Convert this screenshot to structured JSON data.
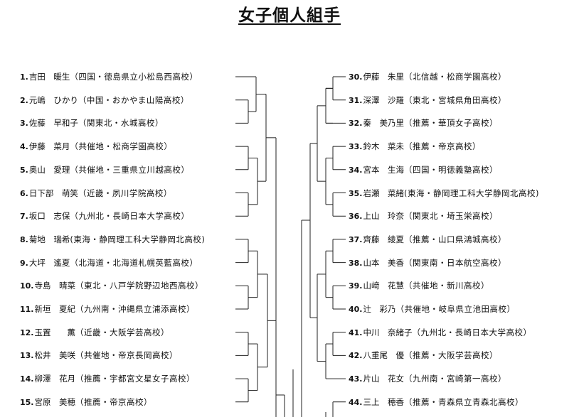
{
  "title": "女子個人組手",
  "left_entries": [
    {
      "num": "1.",
      "name": "吉田　暖生",
      "affil": "（四国・徳島県立小松島西高校）"
    },
    {
      "num": "2.",
      "name": "元嶋　ひかり",
      "affil": "（中国・おかやま山陽高校）"
    },
    {
      "num": "3.",
      "name": "佐藤　早和子",
      "affil": "（関東北・水城高校）"
    },
    {
      "num": "4.",
      "name": "伊藤　菜月",
      "affil": "（共催地・松商学園高校）"
    },
    {
      "num": "5.",
      "name": "奥山　愛理",
      "affil": "（共催地・三重県立川越高校）"
    },
    {
      "num": "6.",
      "name": "日下部　萌笑",
      "affil": "（近畿・夙川学院高校）"
    },
    {
      "num": "7.",
      "name": "坂口　志保",
      "affil": "（九州北・長崎日本大学高校）"
    },
    {
      "num": "8.",
      "name": "菊地　瑞希",
      "affil": "(東海・静岡理工科大学静岡北高校)"
    },
    {
      "num": "9.",
      "name": "大坪　遙夏",
      "affil": "（北海道・北海道札幌英藍高校）"
    },
    {
      "num": "10.",
      "name": "寺島　晴菜",
      "affil": "（東北・八戸学院野辺地西高校）"
    },
    {
      "num": "11.",
      "name": "新垣　夏紀",
      "affil": "（九州南・沖縄県立浦添高校）"
    },
    {
      "num": "12.",
      "name": "玉置　　薫",
      "affil": "（近畿・大阪学芸高校）"
    },
    {
      "num": "13.",
      "name": "松井　美咲",
      "affil": "（共催地・帝京長岡高校）"
    },
    {
      "num": "14.",
      "name": "柳澤　花月",
      "affil": "（推薦・宇都宮文星女子高校）"
    },
    {
      "num": "15.",
      "name": "宮原　美穂",
      "affil": "（推薦・帝京高校）"
    }
  ],
  "right_entries": [
    {
      "num": "30.",
      "name": "伊藤　朱里",
      "affil": "（北信越・松商学園高校）"
    },
    {
      "num": "31.",
      "name": "深澤　沙羅",
      "affil": "（東北・宮城県角田高校）"
    },
    {
      "num": "32.",
      "name": "秦　美乃里",
      "affil": "（推薦・華頂女子高校）"
    },
    {
      "num": "33.",
      "name": "鈴木　菜未",
      "affil": "（推薦・帝京高校）"
    },
    {
      "num": "34.",
      "name": "宮本　生海",
      "affil": "（四国・明徳義塾高校）"
    },
    {
      "num": "35.",
      "name": "岩瀬　菜緒",
      "affil": "(東海・静岡理工科大学静岡北高校)"
    },
    {
      "num": "36.",
      "name": "上山　玲奈",
      "affil": "（関東北・埼玉栄高校）"
    },
    {
      "num": "37.",
      "name": "齊藤　綾夏",
      "affil": "（推薦・山口県鴻城高校）"
    },
    {
      "num": "38.",
      "name": "山本　美香",
      "affil": "（関東南・日本航空高校）"
    },
    {
      "num": "39.",
      "name": "山﨑　花慧",
      "affil": "（共催地・新川高校）"
    },
    {
      "num": "40.",
      "name": "辻　彩乃",
      "affil": "（共催地・岐阜県立池田高校）"
    },
    {
      "num": "41.",
      "name": "中川　奈緒子",
      "affil": "（九州北・長崎日本大学高校）"
    },
    {
      "num": "42.",
      "name": "八重尾　優",
      "affil": "（推薦・大阪学芸高校）"
    },
    {
      "num": "43.",
      "name": "片山　花女",
      "affil": "（九州南・宮崎第一高校）"
    },
    {
      "num": "44.",
      "name": "三上　穂香",
      "affil": "（推薦・青森県立青森北高校）"
    }
  ],
  "line_color": "#222222"
}
